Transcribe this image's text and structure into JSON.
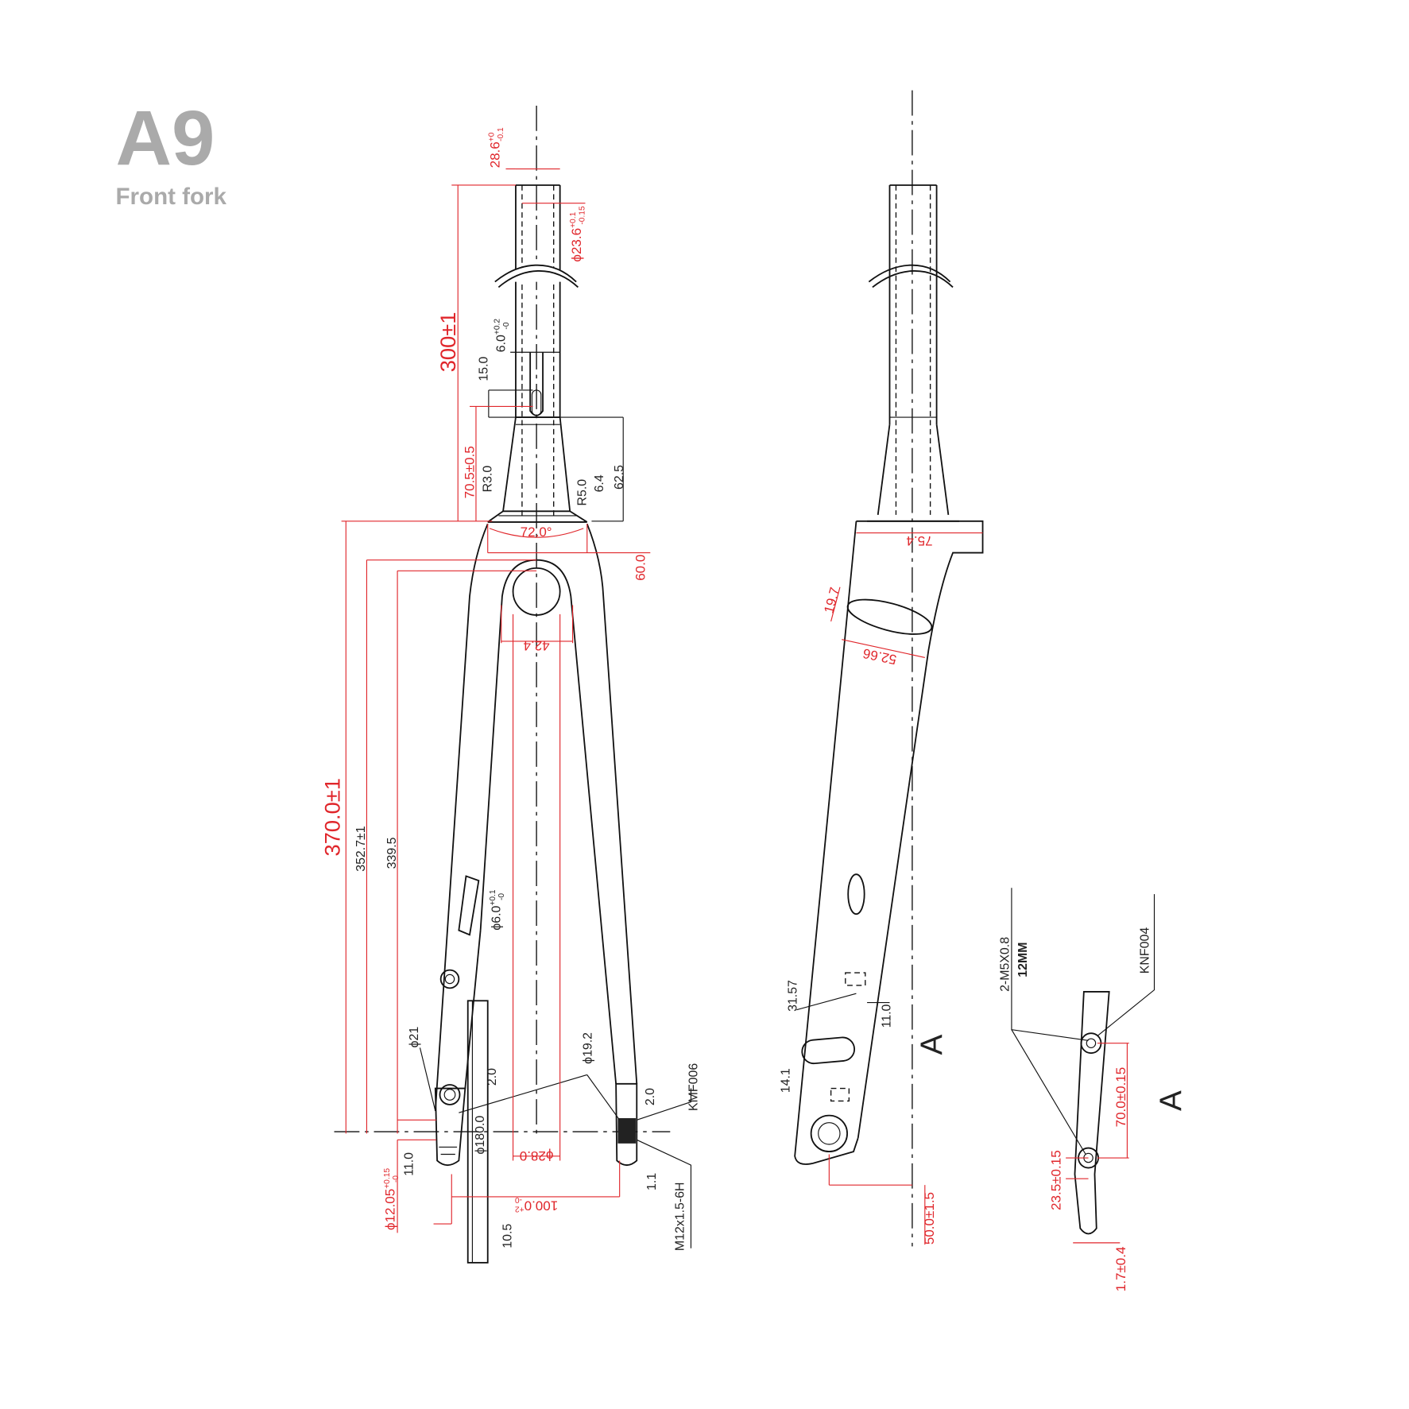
{
  "header": {
    "model": "A9",
    "subtitle": "Front fork"
  },
  "colors": {
    "dimension": "#e0262b",
    "outline": "#111111",
    "title": "#aaaaaa"
  },
  "front_view": {
    "steerer_od": {
      "value": "28.6",
      "tol_up": "+0",
      "tol_low": "-0.1"
    },
    "steerer_id": {
      "value": "ϕ23.6",
      "tol_up": "+0.1",
      "tol_low": "-0.15"
    },
    "steerer_length": "300±1",
    "slot_width": {
      "value": "6.0",
      "tol_up": "+0.2",
      "tol_low": "-0"
    },
    "slot_length": "15.0",
    "taper_height": "70.5±0.5",
    "r_left": "R3.0",
    "r_right": "R5.0",
    "dim_6_4": "6.4",
    "dim_62_5": "62.5",
    "crown_angle": "72.0°",
    "dim_60": "60.0",
    "dim_42_4": "42.4",
    "axle_to_crown": "370.0±1",
    "dim_352_7": "352.7±1",
    "dim_339_5": "339.5",
    "hole_dia": {
      "value": "ϕ6.0",
      "tol_up": "+0.1",
      "tol_low": "-0"
    },
    "dia_21": "ϕ21",
    "dia_19_2": "ϕ19.2",
    "dim_2_0_left": "2.0",
    "dim_2_0_right": "2.0",
    "kmf": "KMF006",
    "rotor": "ϕ180.0",
    "dia_28": "ϕ28.0",
    "dim_11_0": "11.0",
    "dim_1_1": "1.1",
    "axle_dia": {
      "value": "ϕ12.05",
      "tol_up": "+0.15",
      "tol_low": "-0"
    },
    "spacing": {
      "value": "100.0",
      "tol_up": "+2",
      "tol_low": "-0"
    },
    "dim_10_5": "10.5",
    "thread": "M12x1.5-6H"
  },
  "side_view": {
    "dim_75_4": "75.4",
    "dim_19_7": "19.7",
    "dim_52_66": "52.66",
    "dim_31_57": "31.57",
    "dim_11_0": "11.0",
    "dim_14_1": "14.1",
    "section_label": "A",
    "offset": "50.0±1.5"
  },
  "detail_a": {
    "bolts": "2-M5X0.8",
    "bolt_len": "12MM",
    "knf": "KNF004",
    "mount_spacing": "70.0±0.15",
    "label": "A",
    "dim_23_5": "23.5±0.15",
    "dim_1_7": "1.7±0.4"
  }
}
